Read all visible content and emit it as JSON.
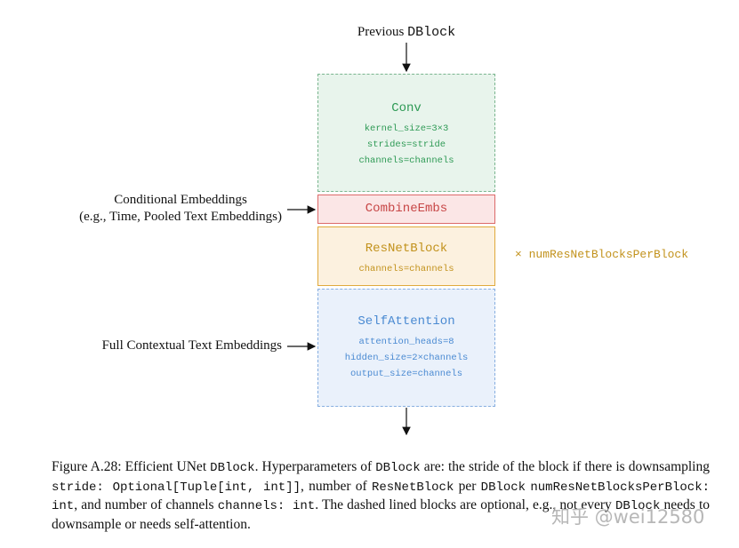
{
  "top_label": {
    "text": "Previous ",
    "mono": "DBlock"
  },
  "blocks": {
    "conv": {
      "title": "Conv",
      "params": [
        "kernel_size=3×3",
        "strides=stride",
        "channels=channels"
      ]
    },
    "combine": {
      "title": "CombineEmbs"
    },
    "resnet": {
      "title": "ResNetBlock",
      "params": [
        "channels=channels"
      ]
    },
    "selfattention": {
      "title": "SelfAttention",
      "params": [
        "attention_heads=8",
        "hidden_size=2×channels",
        "output_size=channels"
      ]
    }
  },
  "side_labels": {
    "conditional_line1": "Conditional Embeddings",
    "conditional_line2": "(e.g., Time, Pooled Text Embeddings)",
    "full_contextual": "Full Contextual Text Embeddings"
  },
  "repeat_label": "× numResNetBlocksPerBlock",
  "caption": {
    "p1": "Figure A.28: Efficient UNet ",
    "m1": "DBlock",
    "p2": ". Hyperparameters of ",
    "m2": "DBlock",
    "p3": " are: the stride of the block if there is downsampling ",
    "m3": "stride: Optional[Tuple[int, int]]",
    "p4": ", number of ",
    "m4": "ResNetBlock",
    "p5": " per ",
    "m5": "DBlock",
    "m6": "numResNetBlocksPerBlock: int",
    "p6": ", and number of channels ",
    "m7": "channels: int",
    "p7": ". The dashed lined blocks are optional, e.g., not every ",
    "m8": "DBlock",
    "p8": " needs to downsample or needs self-attention."
  },
  "watermark": "知乎 @wei12580",
  "colors": {
    "conv": "#2e9a55",
    "combine": "#c74646",
    "resnet": "#c2921c",
    "selfattention": "#4a8ad2"
  }
}
